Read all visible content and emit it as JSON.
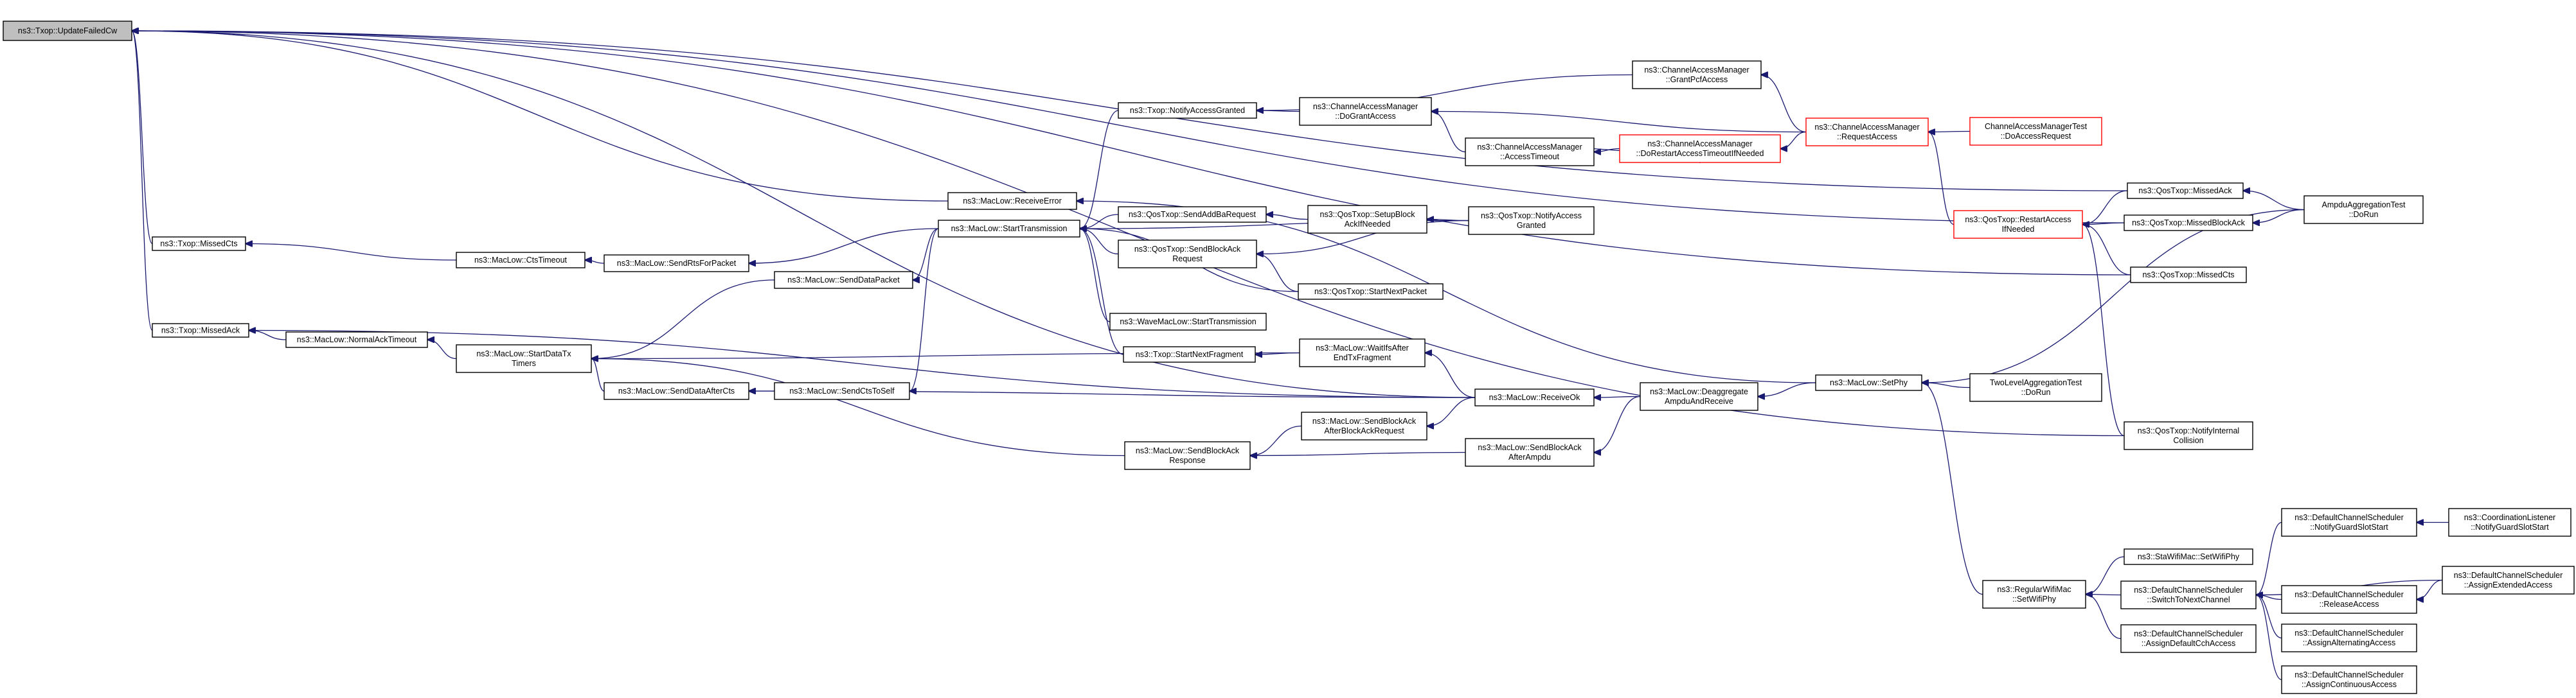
{
  "graph": {
    "nodes": [
      {
        "id": "root",
        "lines": [
          "ns3::Txop::UpdateFailedCw"
        ],
        "root": true
      },
      {
        "id": "missedCts",
        "lines": [
          "ns3::Txop::MissedCts"
        ]
      },
      {
        "id": "missedAck",
        "lines": [
          "ns3::Txop::MissedAck"
        ]
      },
      {
        "id": "ctsTimeout",
        "lines": [
          "ns3::MacLow::CtsTimeout"
        ]
      },
      {
        "id": "normalAckTimeout",
        "lines": [
          "ns3::MacLow::NormalAckTimeout"
        ]
      },
      {
        "id": "sendRtsForPacket",
        "lines": [
          "ns3::MacLow::SendRtsForPacket"
        ]
      },
      {
        "id": "startDataTxTimers",
        "lines": [
          "ns3::MacLow::StartDataTx",
          "Timers"
        ]
      },
      {
        "id": "receiveError",
        "lines": [
          "ns3::MacLow::ReceiveError"
        ]
      },
      {
        "id": "startTransmission",
        "lines": [
          "ns3::MacLow::StartTransmission"
        ]
      },
      {
        "id": "sendDataPacket",
        "lines": [
          "ns3::MacLow::SendDataPacket"
        ]
      },
      {
        "id": "sendDataAfterCts",
        "lines": [
          "ns3::MacLow::SendDataAfterCts"
        ]
      },
      {
        "id": "sendCtsToSelf",
        "lines": [
          "ns3::MacLow::SendCtsToSelf"
        ]
      },
      {
        "id": "sendBlockAckResponse",
        "lines": [
          "ns3::MacLow::SendBlockAck",
          "Response"
        ]
      },
      {
        "id": "notifyAccessGranted",
        "lines": [
          "ns3::Txop::NotifyAccessGranted"
        ]
      },
      {
        "id": "sendAddBaRequest",
        "lines": [
          "ns3::QosTxop::SendAddBaRequest"
        ]
      },
      {
        "id": "sendBlockAckRequest",
        "lines": [
          "ns3::QosTxop::SendBlockAck",
          "Request"
        ]
      },
      {
        "id": "waveStartTransmission",
        "lines": [
          "ns3::WaveMacLow::StartTransmission"
        ]
      },
      {
        "id": "startNextFragment",
        "lines": [
          "ns3::Txop::StartNextFragment"
        ]
      },
      {
        "id": "camDoGrantAccess",
        "lines": [
          "ns3::ChannelAccessManager",
          "::DoGrantAccess"
        ]
      },
      {
        "id": "setupBlockAckIfNeeded",
        "lines": [
          "ns3::QosTxop::SetupBlock",
          "AckIfNeeded"
        ]
      },
      {
        "id": "waitIfsAfterEndTxFragment",
        "lines": [
          "ns3::MacLow::WaitIfsAfter",
          "EndTxFragment"
        ]
      },
      {
        "id": "sendBlockAckAfterBlockAckRequest",
        "lines": [
          "ns3::MacLow::SendBlockAck",
          "AfterBlockAckRequest"
        ]
      },
      {
        "id": "camGrantPcfAccess",
        "lines": [
          "ns3::ChannelAccessManager",
          "::GrantPcfAccess"
        ]
      },
      {
        "id": "camAccessTimeout",
        "lines": [
          "ns3::ChannelAccessManager",
          "::AccessTimeout"
        ]
      },
      {
        "id": "qosNotifyAccessGranted",
        "lines": [
          "ns3::QosTxop::NotifyAccess",
          "Granted"
        ]
      },
      {
        "id": "qosStartNextPacket",
        "lines": [
          "ns3::QosTxop::StartNextPacket"
        ]
      },
      {
        "id": "receiveOk",
        "lines": [
          "ns3::MacLow::ReceiveOk"
        ]
      },
      {
        "id": "sendBlockAckAfterAmpdu",
        "lines": [
          "ns3::MacLow::SendBlockAck",
          "AfterAmpdu"
        ]
      },
      {
        "id": "camDoRestartAccessTimeoutIfNeeded",
        "lines": [
          "ns3::ChannelAccessManager",
          "::DoRestartAccessTimeoutIfNeeded"
        ],
        "red": true
      },
      {
        "id": "deaggregateAmpduAndReceive",
        "lines": [
          "ns3::MacLow::Deaggregate",
          "AmpduAndReceive"
        ]
      },
      {
        "id": "camRequestAccess",
        "lines": [
          "ns3::ChannelAccessManager",
          "::RequestAccess"
        ],
        "red": true
      },
      {
        "id": "setPhy",
        "lines": [
          "ns3::MacLow::SetPhy"
        ]
      },
      {
        "id": "camTestDoAccessRequest",
        "lines": [
          "ChannelAccessManagerTest",
          "::DoAccessRequest"
        ],
        "red": true
      },
      {
        "id": "qosRestartAccessIfNeeded",
        "lines": [
          "ns3::QosTxop::RestartAccess",
          "IfNeeded"
        ],
        "red": true
      },
      {
        "id": "twoLevelAggregationTest",
        "lines": [
          "TwoLevelAggregationTest",
          "::DoRun"
        ]
      },
      {
        "id": "regularWifiMacSetWifiPhy",
        "lines": [
          "ns3::RegularWifiMac",
          "::SetWifiPhy"
        ]
      },
      {
        "id": "qosMissedAck",
        "lines": [
          "ns3::QosTxop::MissedAck"
        ]
      },
      {
        "id": "qosMissedBlockAck",
        "lines": [
          "ns3::QosTxop::MissedBlockAck"
        ]
      },
      {
        "id": "qosMissedCts",
        "lines": [
          "ns3::QosTxop::MissedCts"
        ]
      },
      {
        "id": "qosNotifyInternalCollision",
        "lines": [
          "ns3::QosTxop::NotifyInternal",
          "Collision"
        ]
      },
      {
        "id": "staWifiMacSetWifiPhy",
        "lines": [
          "ns3::StaWifiMac::SetWifiPhy"
        ]
      },
      {
        "id": "dcsSwitchToNextChannel",
        "lines": [
          "ns3::DefaultChannelScheduler",
          "::SwitchToNextChannel"
        ]
      },
      {
        "id": "dcsAssignDefaultCchAccess",
        "lines": [
          "ns3::DefaultChannelScheduler",
          "::AssignDefaultCchAccess"
        ]
      },
      {
        "id": "ampduAggregationTest",
        "lines": [
          "AmpduAggregationTest",
          "::DoRun"
        ]
      },
      {
        "id": "dcsNotifyGuardSlotStart",
        "lines": [
          "ns3::DefaultChannelScheduler",
          "::NotifyGuardSlotStart"
        ]
      },
      {
        "id": "dcsReleaseAccess",
        "lines": [
          "ns3::DefaultChannelScheduler",
          "::ReleaseAccess"
        ]
      },
      {
        "id": "dcsAssignAlternatingAccess",
        "lines": [
          "ns3::DefaultChannelScheduler",
          "::AssignAlternatingAccess"
        ]
      },
      {
        "id": "dcsAssignContinuousAccess",
        "lines": [
          "ns3::DefaultChannelScheduler",
          "::AssignContinuousAccess"
        ]
      },
      {
        "id": "coordinationListenerNotifyGuardSlotStart",
        "lines": [
          "ns3::CoordinationListener",
          "::NotifyGuardSlotStart"
        ]
      },
      {
        "id": "dcsAssignExtendedAccess",
        "lines": [
          "ns3::DefaultChannelScheduler",
          "::AssignExtendedAccess"
        ]
      }
    ],
    "edges": [
      [
        "missedCts",
        "root"
      ],
      [
        "missedAck",
        "root"
      ],
      [
        "receiveError",
        "root"
      ],
      [
        "receiveOk",
        "root"
      ],
      [
        "qosMissedAck",
        "root"
      ],
      [
        "qosMissedBlockAck",
        "root"
      ],
      [
        "qosMissedCts",
        "root"
      ],
      [
        "qosNotifyInternalCollision",
        "root"
      ],
      [
        "ctsTimeout",
        "missedCts"
      ],
      [
        "sendRtsForPacket",
        "ctsTimeout"
      ],
      [
        "startTransmission",
        "sendRtsForPacket"
      ],
      [
        "normalAckTimeout",
        "missedAck"
      ],
      [
        "receiveOk",
        "missedAck"
      ],
      [
        "startDataTxTimers",
        "normalAckTimeout"
      ],
      [
        "sendDataPacket",
        "startDataTxTimers"
      ],
      [
        "sendDataAfterCts",
        "startDataTxTimers"
      ],
      [
        "sendBlockAckResponse",
        "startDataTxTimers"
      ],
      [
        "waitIfsAfterEndTxFragment",
        "startDataTxTimers"
      ],
      [
        "startTransmission",
        "sendDataPacket"
      ],
      [
        "sendCtsToSelf",
        "sendDataAfterCts"
      ],
      [
        "receiveOk",
        "sendDataAfterCts"
      ],
      [
        "startTransmission",
        "sendCtsToSelf"
      ],
      [
        "sendBlockAckAfterBlockAckRequest",
        "sendBlockAckResponse"
      ],
      [
        "sendBlockAckAfterAmpdu",
        "sendBlockAckResponse"
      ],
      [
        "setPhy",
        "receiveError"
      ],
      [
        "notifyAccessGranted",
        "startTransmission"
      ],
      [
        "sendAddBaRequest",
        "startTransmission"
      ],
      [
        "sendBlockAckRequest",
        "startTransmission"
      ],
      [
        "waveStartTransmission",
        "startTransmission"
      ],
      [
        "startNextFragment",
        "startTransmission"
      ],
      [
        "qosNotifyAccessGranted",
        "startTransmission"
      ],
      [
        "qosStartNextPacket",
        "startTransmission"
      ],
      [
        "camDoGrantAccess",
        "notifyAccessGranted"
      ],
      [
        "camGrantPcfAccess",
        "notifyAccessGranted"
      ],
      [
        "setupBlockAckIfNeeded",
        "sendAddBaRequest"
      ],
      [
        "qosNotifyAccessGranted",
        "setupBlockAckIfNeeded"
      ],
      [
        "qosStartNextPacket",
        "sendBlockAckRequest"
      ],
      [
        "qosNotifyAccessGranted",
        "sendBlockAckRequest"
      ],
      [
        "waitIfsAfterEndTxFragment",
        "startNextFragment"
      ],
      [
        "receiveOk",
        "waitIfsAfterEndTxFragment"
      ],
      [
        "receiveOk",
        "sendBlockAckAfterBlockAckRequest"
      ],
      [
        "camAccessTimeout",
        "camDoGrantAccess"
      ],
      [
        "camRequestAccess",
        "camDoGrantAccess"
      ],
      [
        "camDoRestartAccessTimeoutIfNeeded",
        "camAccessTimeout"
      ],
      [
        "camAccessTimeout",
        "camDoRestartAccessTimeoutIfNeeded"
      ],
      [
        "camRequestAccess",
        "camDoRestartAccessTimeoutIfNeeded"
      ],
      [
        "camRequestAccess",
        "camGrantPcfAccess"
      ],
      [
        "camTestDoAccessRequest",
        "camRequestAccess"
      ],
      [
        "qosRestartAccessIfNeeded",
        "camRequestAccess"
      ],
      [
        "deaggregateAmpduAndReceive",
        "receiveOk"
      ],
      [
        "deaggregateAmpduAndReceive",
        "sendBlockAckAfterAmpdu"
      ],
      [
        "setPhy",
        "deaggregateAmpduAndReceive"
      ],
      [
        "twoLevelAggregationTest",
        "setPhy"
      ],
      [
        "ampduAggregationTest",
        "setPhy"
      ],
      [
        "regularWifiMacSetWifiPhy",
        "setPhy"
      ],
      [
        "qosMissedAck",
        "qosRestartAccessIfNeeded"
      ],
      [
        "qosMissedBlockAck",
        "qosRestartAccessIfNeeded"
      ],
      [
        "qosMissedCts",
        "qosRestartAccessIfNeeded"
      ],
      [
        "qosNotifyInternalCollision",
        "qosRestartAccessIfNeeded"
      ],
      [
        "ampduAggregationTest",
        "qosMissedAck"
      ],
      [
        "ampduAggregationTest",
        "qosMissedBlockAck"
      ],
      [
        "staWifiMacSetWifiPhy",
        "regularWifiMacSetWifiPhy"
      ],
      [
        "dcsSwitchToNextChannel",
        "regularWifiMacSetWifiPhy"
      ],
      [
        "dcsAssignDefaultCchAccess",
        "regularWifiMacSetWifiPhy"
      ],
      [
        "dcsNotifyGuardSlotStart",
        "dcsSwitchToNextChannel"
      ],
      [
        "dcsReleaseAccess",
        "dcsSwitchToNextChannel"
      ],
      [
        "dcsAssignAlternatingAccess",
        "dcsSwitchToNextChannel"
      ],
      [
        "dcsAssignContinuousAccess",
        "dcsSwitchToNextChannel"
      ],
      [
        "dcsAssignExtendedAccess",
        "dcsSwitchToNextChannel"
      ],
      [
        "coordinationListenerNotifyGuardSlotStart",
        "dcsNotifyGuardSlotStart"
      ],
      [
        "dcsAssignExtendedAccess",
        "dcsReleaseAccess"
      ]
    ]
  }
}
